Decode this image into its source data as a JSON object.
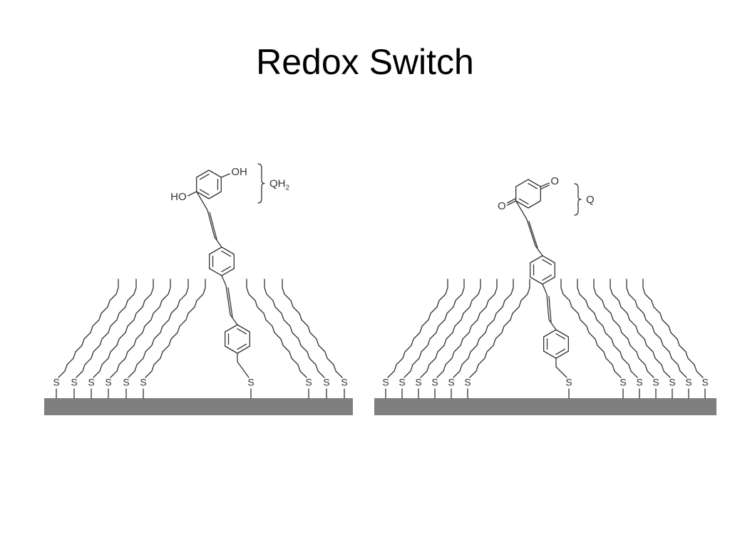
{
  "slide": {
    "title": "Redox Switch"
  },
  "colors": {
    "substrate": "#7f7f7f",
    "bond": "#333333",
    "background": "#ffffff"
  },
  "panels": [
    {
      "state": "QH2",
      "bracket_label_main": "QH",
      "bracket_label_sub": "2",
      "substituent_top": "OH",
      "substituent_bottom": "HO",
      "sulfur_label": "S",
      "left_chain_count": 6,
      "right_chain_count": 3
    },
    {
      "state": "Q",
      "bracket_label_main": "Q",
      "bracket_label_sub": "",
      "substituent_top": "O",
      "substituent_bottom": "O",
      "sulfur_label": "S",
      "left_chain_count": 6,
      "right_chain_count": 6
    }
  ]
}
